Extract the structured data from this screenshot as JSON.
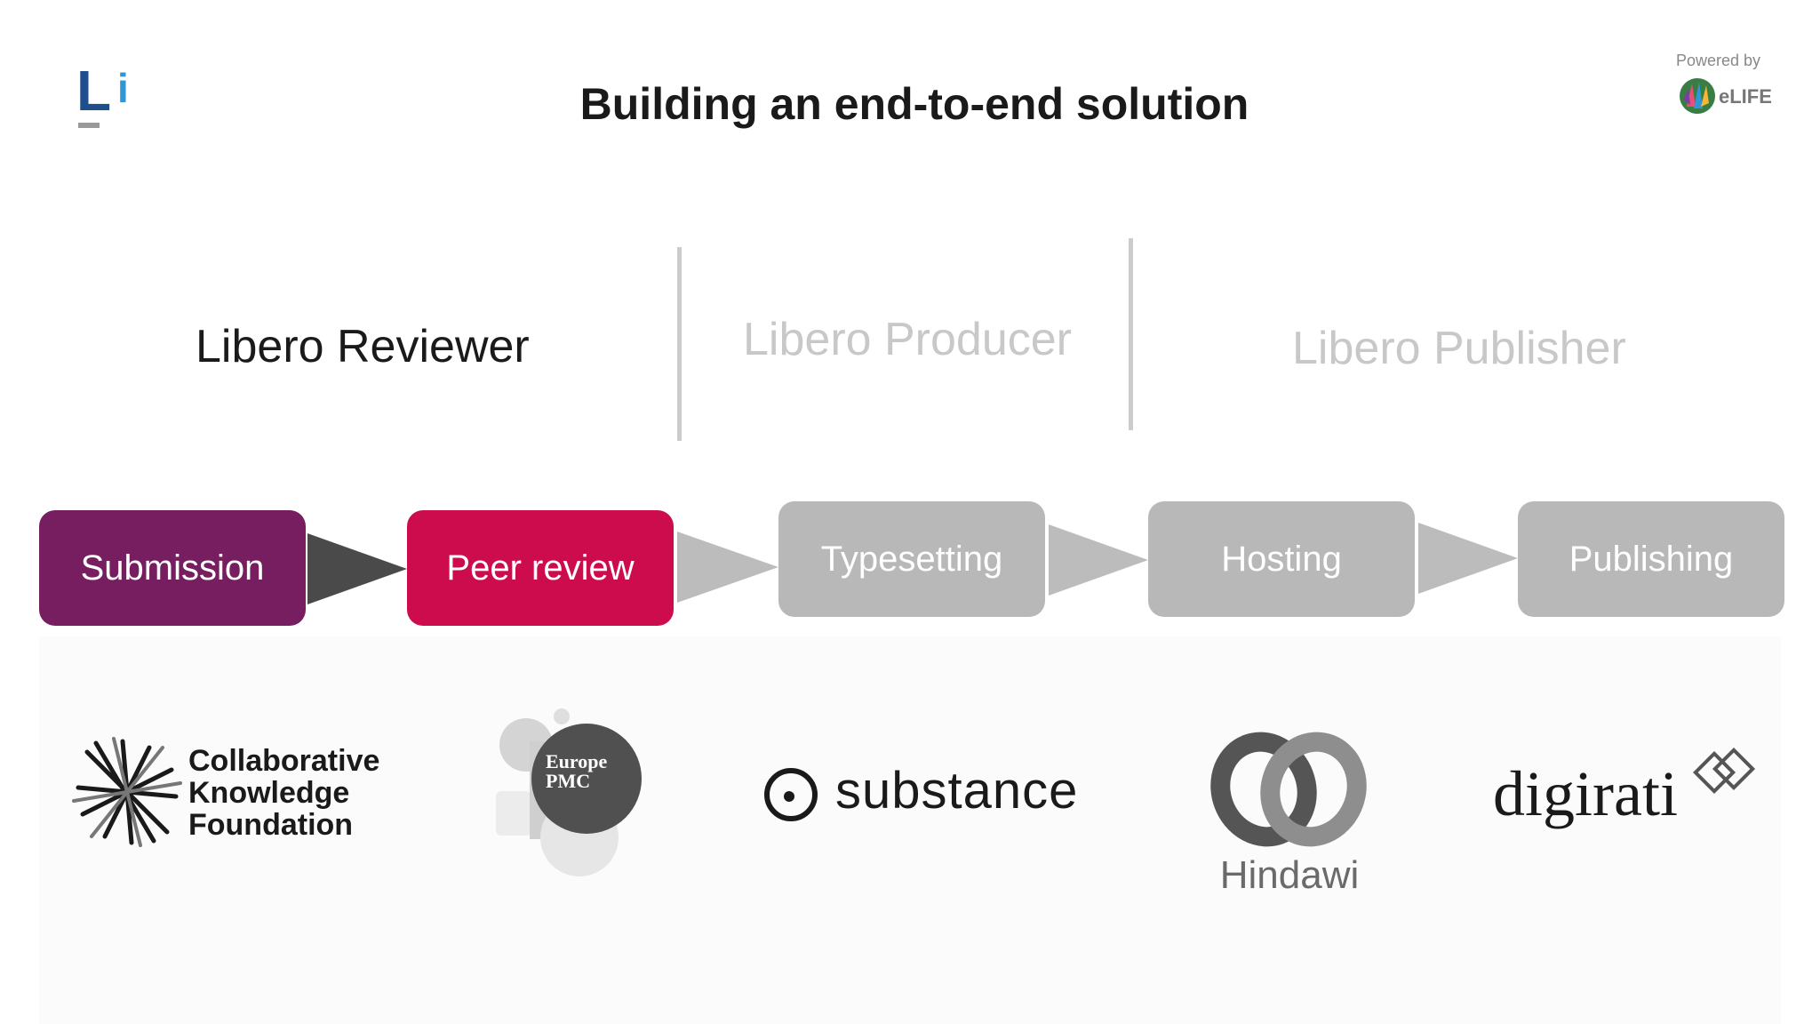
{
  "slide": {
    "title": "Building an end-to-end solution",
    "logo": {
      "letter_l": "L",
      "letter_i": "i"
    },
    "powered_by": {
      "label": "Powered by",
      "brand": "eLIFE"
    },
    "sections": [
      {
        "label": "Libero Reviewer",
        "state": "active"
      },
      {
        "label": "Libero Producer",
        "state": "inactive"
      },
      {
        "label": "Libero Publisher",
        "state": "inactive"
      }
    ],
    "steps": [
      {
        "label": "Submission",
        "color": "#761e5f"
      },
      {
        "label": "Peer review",
        "color": "#cc0c4c"
      },
      {
        "label": "Typesetting",
        "color": "#b8b8b8"
      },
      {
        "label": "Hosting",
        "color": "#b8b8b8"
      },
      {
        "label": "Publishing",
        "color": "#b8b8b8"
      }
    ],
    "partners": {
      "ckf": {
        "line1": "Collaborative",
        "line2": "Knowledge",
        "line3": "Foundation"
      },
      "europe_pmc": {
        "line1": "Europe",
        "line2": "PMC"
      },
      "substance": {
        "name": "substance"
      },
      "hindawi": {
        "name": "Hindawi"
      },
      "digirati": {
        "name": "digirati"
      }
    },
    "colors": {
      "active_text": "#1a1a1a",
      "inactive_text": "#c8c8c8",
      "active_arrow": "#4a4a4a",
      "inactive_arrow": "#bcbcbc",
      "logo_blue": "#1f4e8c",
      "logo_light_blue": "#2f97d3"
    }
  }
}
